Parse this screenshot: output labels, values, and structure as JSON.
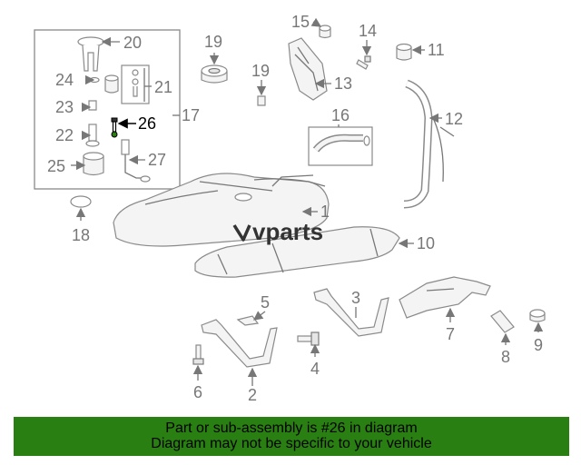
{
  "watermark": "vparts",
  "callouts": {
    "c1": "1",
    "c2": "2",
    "c3": "3",
    "c4": "4",
    "c5": "5",
    "c6": "6",
    "c7": "7",
    "c8": "8",
    "c9": "9",
    "c10": "10",
    "c11": "11",
    "c12": "12",
    "c13": "13",
    "c14": "14",
    "c15": "15",
    "c16": "16",
    "c17": "17",
    "c18": "18",
    "c19a": "19",
    "c19b": "19",
    "c20": "20",
    "c21": "21",
    "c22": "22",
    "c23": "23",
    "c24": "24",
    "c25": "25",
    "c26": "26",
    "c27": "27"
  },
  "highlight_part": "26",
  "colors": {
    "banner": "#2a7f12",
    "lines": "#777777",
    "highlight": "#000000"
  },
  "banner": {
    "line1": "Part or sub-assembly is #26 in diagram",
    "line2": "Diagram may not be specific to your vehicle"
  }
}
